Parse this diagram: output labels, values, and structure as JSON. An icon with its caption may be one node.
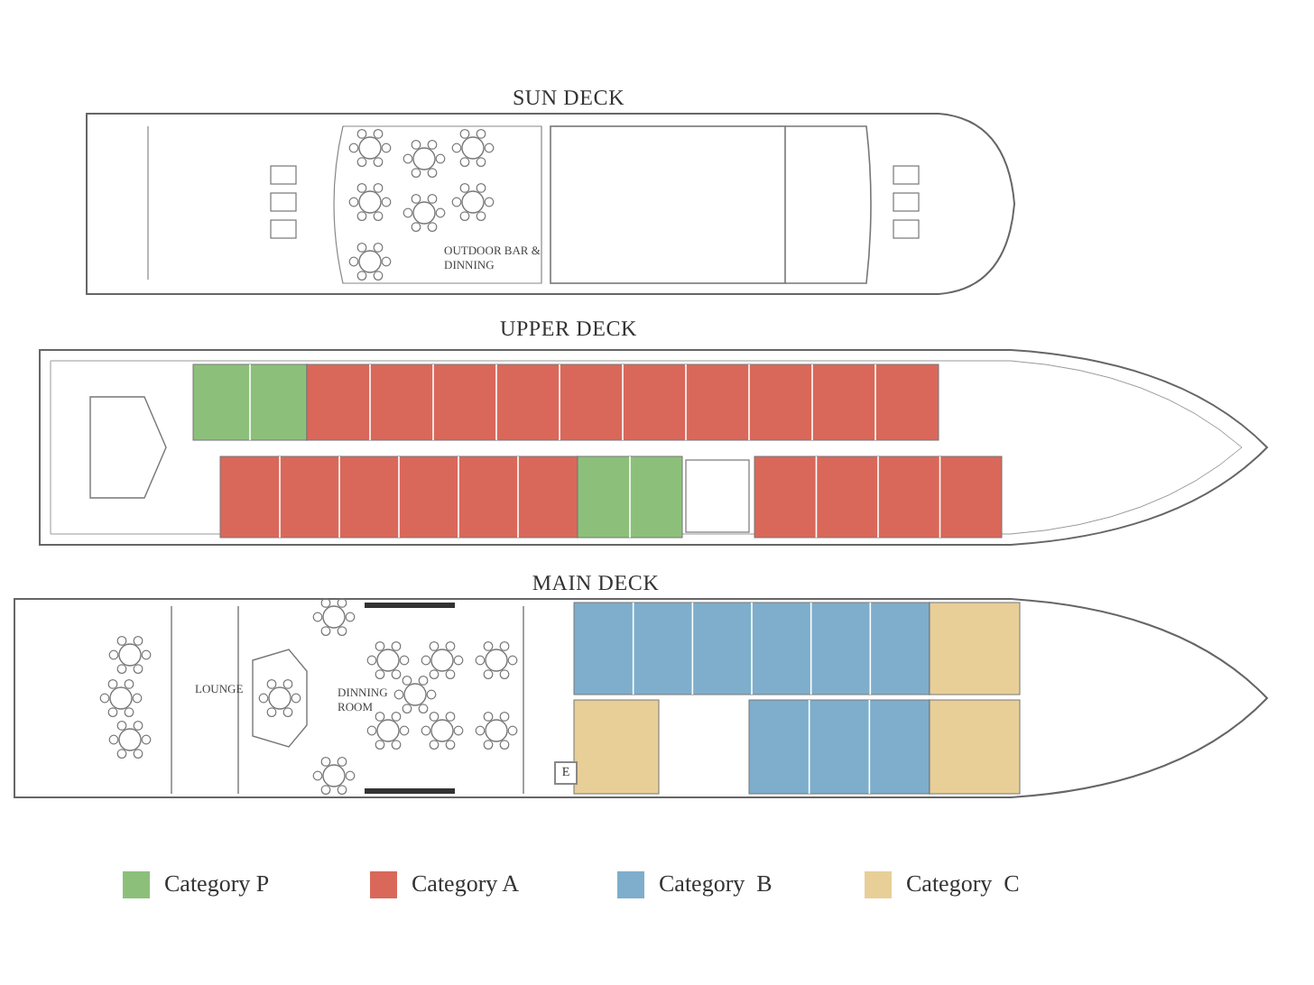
{
  "diagram": {
    "labels": [
      "SUN DECK",
      "OUTDOOR BAR & DINNING",
      "UPPER DECK",
      "MAIN DECK",
      "LOUNGE",
      "DINNING ROOM",
      "E"
    ],
    "legend": [
      {
        "text": "Category P",
        "color": "#8cc07a"
      },
      {
        "text": "Category A",
        "color": "#d9685a"
      },
      {
        "text": "Category  B",
        "color": "#7eaecb"
      },
      {
        "text": "Category  C",
        "color": "#e8cf98"
      }
    ]
  }
}
